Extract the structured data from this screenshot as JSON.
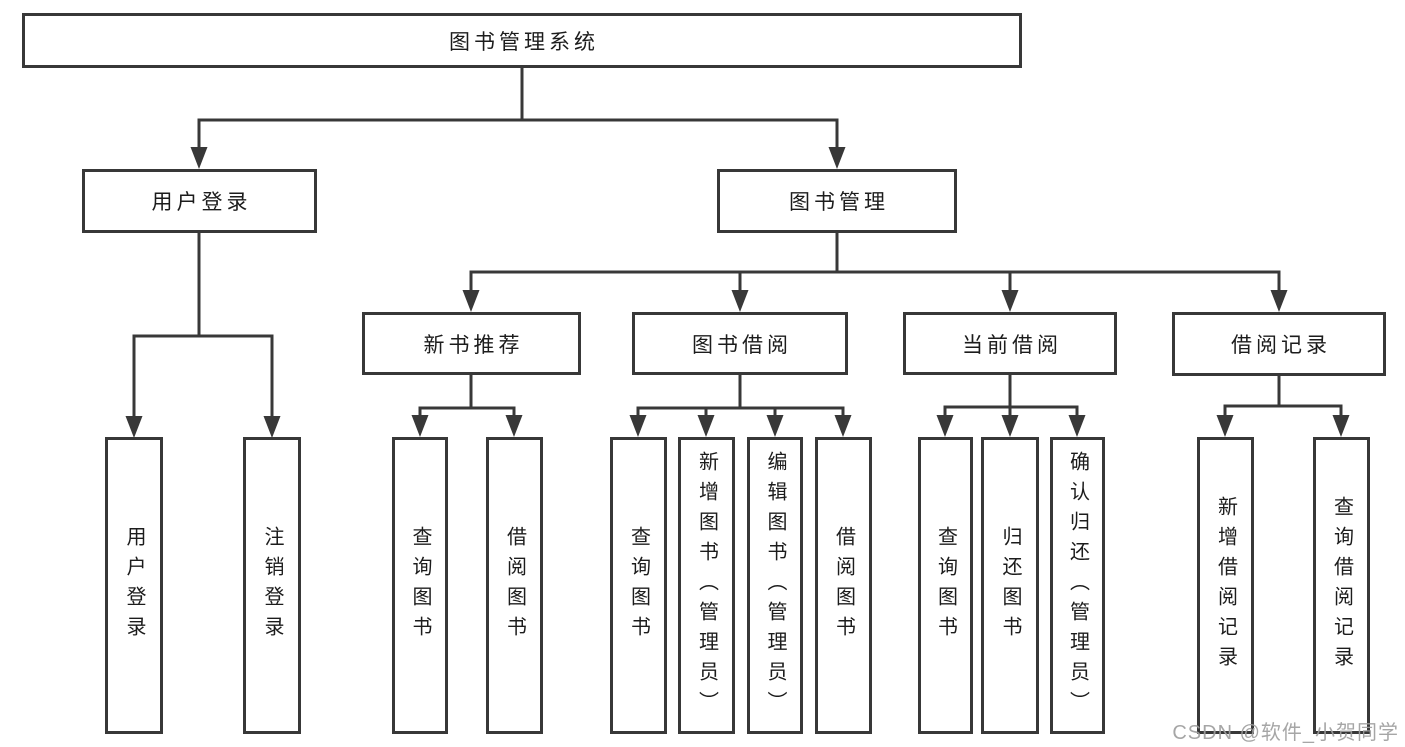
{
  "tree": {
    "label": "图书管理系统",
    "children": [
      {
        "label": "用户登录",
        "children": [
          {
            "label": "用户登录"
          },
          {
            "label": "注销登录"
          }
        ]
      },
      {
        "label": "图书管理",
        "children": [
          {
            "label": "新书推荐",
            "children": [
              {
                "label": "查询图书"
              },
              {
                "label": "借阅图书"
              }
            ]
          },
          {
            "label": "图书借阅",
            "children": [
              {
                "label": "查询图书"
              },
              {
                "label": "新增图书（管理员）"
              },
              {
                "label": "编辑图书（管理员）"
              },
              {
                "label": "借阅图书"
              }
            ]
          },
          {
            "label": "当前借阅",
            "children": [
              {
                "label": "查询图书"
              },
              {
                "label": "归还图书"
              },
              {
                "label": "确认归还（管理员）"
              }
            ]
          },
          {
            "label": "借阅记录",
            "children": [
              {
                "label": "新增借阅记录"
              },
              {
                "label": "查询借阅记录"
              }
            ]
          }
        ]
      }
    ]
  },
  "watermark": {
    "text": "CSDN @软件_小贺同学"
  },
  "colors": {
    "line": "#383838",
    "text": "#1c1c1c",
    "watermark": "#9f9f9f",
    "background": "#ffffff"
  }
}
